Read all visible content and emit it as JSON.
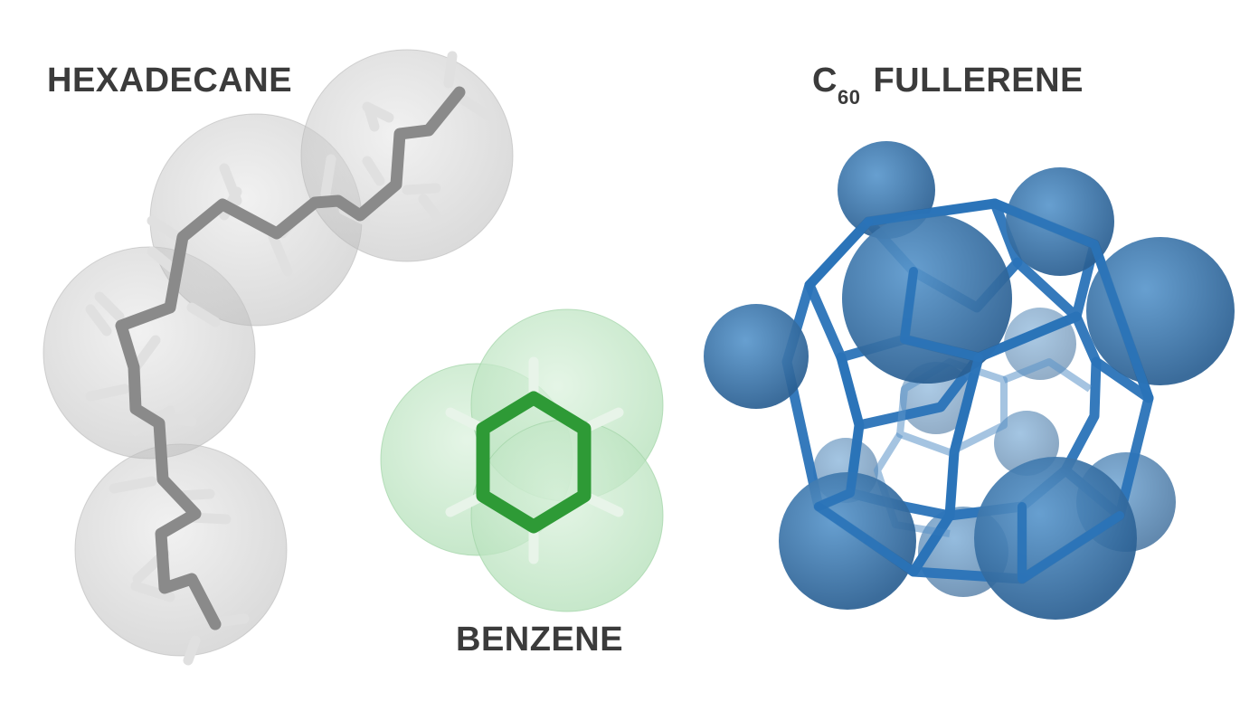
{
  "molecules": {
    "hexadecane": {
      "label": "HEXADECANE",
      "color": "#7a7a7a",
      "bead_color": "#cfcfcf"
    },
    "benzene": {
      "label": "BENZENE",
      "color": "#2e9a36",
      "bead_color": "#bfe6c3"
    },
    "fullerene": {
      "label_prefix": "C",
      "label_subscript": "60",
      "label_suffix": "FULLERENE",
      "color": "#2f6fae",
      "bead_color": "#3f7fb8"
    }
  }
}
